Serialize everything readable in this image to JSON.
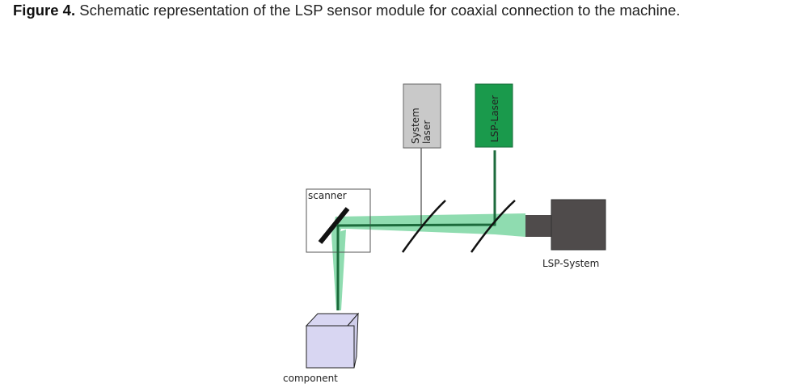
{
  "caption": {
    "label": "Figure 4.",
    "text": " Schematic representation of the LSP sensor module for coaxial connection to the machine."
  },
  "diagram": {
    "system_laser": {
      "line1": "System",
      "line2": "laser"
    },
    "lsp_laser": {
      "label": "LSP-Laser"
    },
    "scanner": {
      "label": "scanner"
    },
    "lsp_system": {
      "label": "LSP-System"
    },
    "component": {
      "label": "component"
    },
    "colors": {
      "beam_fill": "#8fdcb0",
      "beam_core": "#1c6b3c",
      "lsp_laser": "#1a9a4c",
      "system_laser": "#c9c9c9",
      "lsp_system": "#4f4b4b",
      "component": "#d8d6f2"
    }
  }
}
